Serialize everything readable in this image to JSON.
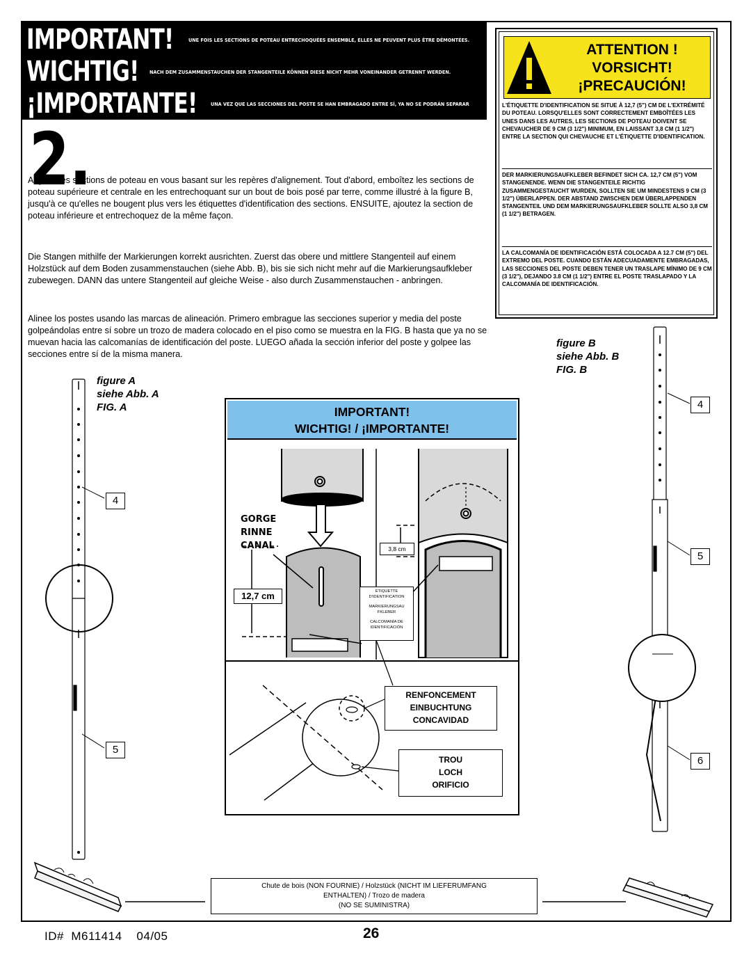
{
  "banner": {
    "important_title": "IMPORTANT!",
    "important_text": "UNE FOIS LES SECTIONS DE POTEAU ENTRECHOQUÉES ENSEMBLE, ELLES NE PEUVENT PLUS ÊTRE DÉMONTÉES.",
    "wichtig_title": "WICHTIG!",
    "wichtig_text": "NACH DEM ZUSAMMENSTAUCHEN DER STANGENTEILE KÖNNEN DIESE NICHT MEHR VONEINANDER GETRENNT WERDEN.",
    "importante_title": "¡IMPORTANTE!",
    "importante_text": "UNA VEZ QUE LAS SECCIONES DEL POSTE SE HAN EMBRAGADO ENTRE SÍ, YA NO SE PODRÁN SEPARAR"
  },
  "step_number": "2.",
  "instructions": {
    "fr": "Alignez les sections de poteau en vous basant sur les repères d'alignement. Tout d'abord, emboîtez les sections de poteau supérieure et centrale en les entrechoquant sur un bout de bois posé par terre, comme illustré à la figure B, jusqu'à ce qu'elles ne bougent plus vers les étiquettes d'identification des sections. ENSUITE, ajoutez la section de poteau inférieure et entrechoquez de la même façon.",
    "de": "Die Stangen mithilfe der Markierungen korrekt ausrichten. Zuerst das obere und mittlere Stangenteil auf einem Holzstück auf dem Boden zusammenstauchen (siehe Abb. B), bis sie sich nicht mehr auf die Markierungsaufkleber zubewegen. DANN das untere Stangenteil auf gleiche Weise - also durch Zusammenstauchen - anbringen.",
    "es": "Alinee los postes usando las marcas de alineación. Primero embrague las secciones superior y media del poste golpeándolas entre sí sobre un trozo de madera colocado en el piso como se muestra en la FIG. B hasta que ya no se muevan hacia las calcomanías de identificación del poste. LUEGO añada la sección inferior del poste y golpee las secciones entre sí de la misma manera."
  },
  "warning": {
    "title_fr": "ATTENTION !",
    "title_de": "VORSICHT!",
    "title_es": "¡PRECAUCIÓN!",
    "text_fr": "L'ÉTIQUETTE D'IDENTIFICATION SE SITUE À 12,7 (5\") CM DE L'EXTRÉMITÉ DU POTEAU. LORSQU'ELLES SONT CORRECTEMENT EMBOÎTÉES LES UNES DANS LES AUTRES, LES SECTIONS DE POTEAU DOIVENT SE CHEVAUCHER DE 9 CM (3 1/2\") MINIMUM, EN LAISSANT 3,8 CM (1 1/2\") ENTRE LA SECTION QUI CHEVAUCHE ET L'ÉTIQUETTE D'IDENTIFICATION.",
    "text_de": "DER MARKIERUNGSAUFKLEBER BEFINDET SICH CA. 12,7 CM (5\") VOM STANGENENDE. WENN DIE STANGENTEILE RICHTIG ZUSAMMENGESTAUCHT WURDEN, SOLLTEN SIE UM MINDESTENS 9 CM (3 1/2\") ÜBERLAPPEN. DER ABSTAND ZWISCHEN DEM ÜBERLAPPENDEN STANGENTEIL UND DEM MARKIERUNGSAUFKLEBER SOLLTE ALSO 3,8 CM (1 1/2\") BETRAGEN.",
    "text_es": "LA CALCOMANÍA DE IDENTIFICACIÓN ESTÁ COLOCADA A 12.7 CM (5\") DEL EXTREMO DEL POSTE. CUANDO ESTÁN ADECUADAMENTE EMBRAGADAS, LAS SECCIONES DEL POSTE DEBEN TENER UN TRASLAPE MÍNIMO DE 9 CM (3 1/2\"), DEJANDO 3.8 CM (1 1/2\") ENTRE EL POSTE TRASLAPADO Y LA CALCOMANÍA DE IDENTIFICACIÓN."
  },
  "figure_a": {
    "line1": "figure A",
    "line2": "siehe Abb. A",
    "line3": "FIG. A",
    "num_top": "4",
    "num_bottom": "5"
  },
  "figure_b": {
    "line1": "figure B",
    "line2": "siehe Abb. B",
    "line3": "FIG. B",
    "num_top": "4",
    "num_mid": "5",
    "num_bottom": "6"
  },
  "important_panel": {
    "line1": "IMPORTANT!",
    "line2": "WICHTIG! / ¡IMPORTANTE!",
    "gorge": "GORGE",
    "rinne": "RINNE",
    "canal": "CANAL",
    "dim_127": "12,7 cm",
    "dim_38": "3,8 cm",
    "label_etiquette": "ÉTIQUETTE",
    "label_didentification": "D'IDENTIFICATION",
    "label_markierungsau": "MARKIERUNGSAU",
    "label_fkleber": "FKLEBER",
    "label_calcomania": "CALCOMANÍA DE",
    "label_identificacion": "IDENTIFICACIÓN",
    "renf_fr": "RENFONCEMENT",
    "renf_de": "EINBUCHTUNG",
    "renf_es": "CONCAVIDAD",
    "trou_fr": "TROU",
    "trou_de": "LOCH",
    "trou_es": "ORIFICIO"
  },
  "footer_note": {
    "line1": "Chute de bois (NON FOURNIE) / Holzstück (NICHT IM LIEFERUMFANG",
    "line2": "ENTHALTEN) / Trozo de madera",
    "line3": "(NO SE SUMINISTRA)"
  },
  "doc_id": "ID#  M611414    04/05",
  "page_number": "26"
}
